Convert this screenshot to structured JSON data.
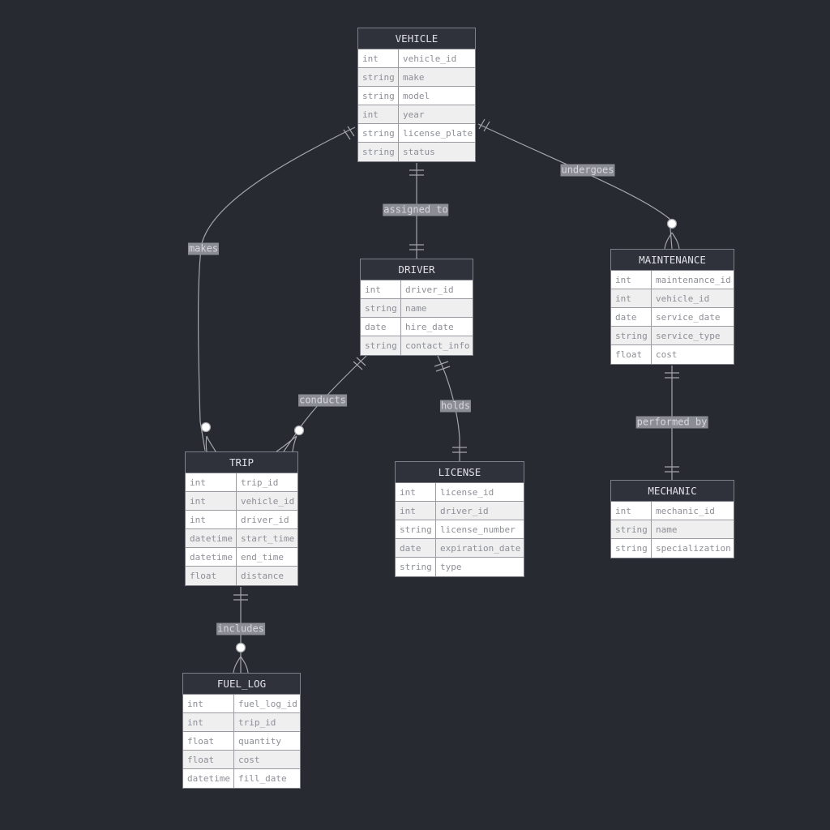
{
  "entities": [
    {
      "id": "vehicle",
      "title": "VEHICLE",
      "attributes": [
        {
          "type": "int",
          "name": "vehicle_id"
        },
        {
          "type": "string",
          "name": "make"
        },
        {
          "type": "string",
          "name": "model"
        },
        {
          "type": "int",
          "name": "year"
        },
        {
          "type": "string",
          "name": "license_plate"
        },
        {
          "type": "string",
          "name": "status"
        }
      ]
    },
    {
      "id": "driver",
      "title": "DRIVER",
      "attributes": [
        {
          "type": "int",
          "name": "driver_id"
        },
        {
          "type": "string",
          "name": "name"
        },
        {
          "type": "date",
          "name": "hire_date"
        },
        {
          "type": "string",
          "name": "contact_info"
        }
      ]
    },
    {
      "id": "maintenance",
      "title": "MAINTENANCE",
      "attributes": [
        {
          "type": "int",
          "name": "maintenance_id"
        },
        {
          "type": "int",
          "name": "vehicle_id"
        },
        {
          "type": "date",
          "name": "service_date"
        },
        {
          "type": "string",
          "name": "service_type"
        },
        {
          "type": "float",
          "name": "cost"
        }
      ]
    },
    {
      "id": "trip",
      "title": "TRIP",
      "attributes": [
        {
          "type": "int",
          "name": "trip_id"
        },
        {
          "type": "int",
          "name": "vehicle_id"
        },
        {
          "type": "int",
          "name": "driver_id"
        },
        {
          "type": "datetime",
          "name": "start_time"
        },
        {
          "type": "datetime",
          "name": "end_time"
        },
        {
          "type": "float",
          "name": "distance"
        }
      ]
    },
    {
      "id": "license",
      "title": "LICENSE",
      "attributes": [
        {
          "type": "int",
          "name": "license_id"
        },
        {
          "type": "int",
          "name": "driver_id"
        },
        {
          "type": "string",
          "name": "license_number"
        },
        {
          "type": "date",
          "name": "expiration_date"
        },
        {
          "type": "string",
          "name": "type"
        }
      ]
    },
    {
      "id": "mechanic",
      "title": "MECHANIC",
      "attributes": [
        {
          "type": "int",
          "name": "mechanic_id"
        },
        {
          "type": "string",
          "name": "name"
        },
        {
          "type": "string",
          "name": "specialization"
        }
      ]
    },
    {
      "id": "fuel_log",
      "title": "FUEL_LOG",
      "attributes": [
        {
          "type": "int",
          "name": "fuel_log_id"
        },
        {
          "type": "int",
          "name": "trip_id"
        },
        {
          "type": "float",
          "name": "quantity"
        },
        {
          "type": "float",
          "name": "cost"
        },
        {
          "type": "datetime",
          "name": "fill_date"
        }
      ]
    }
  ],
  "relationships": [
    {
      "from": "vehicle",
      "to": "trip",
      "label": "makes",
      "from_card": "exactly-one",
      "to_card": "zero-or-many"
    },
    {
      "from": "vehicle",
      "to": "driver",
      "label": "assigned to",
      "from_card": "exactly-one",
      "to_card": "exactly-one"
    },
    {
      "from": "vehicle",
      "to": "maintenance",
      "label": "undergoes",
      "from_card": "exactly-one",
      "to_card": "zero-or-many"
    },
    {
      "from": "driver",
      "to": "trip",
      "label": "conducts",
      "from_card": "exactly-one",
      "to_card": "zero-or-many"
    },
    {
      "from": "driver",
      "to": "license",
      "label": "holds",
      "from_card": "exactly-one",
      "to_card": "exactly-one"
    },
    {
      "from": "maintenance",
      "to": "mechanic",
      "label": "performed by",
      "from_card": "exactly-one",
      "to_card": "exactly-one"
    },
    {
      "from": "trip",
      "to": "fuel_log",
      "label": "includes",
      "from_card": "exactly-one",
      "to_card": "zero-or-many"
    }
  ],
  "colors": {
    "background": "#282a32",
    "header": "#2f323b",
    "line": "#a3a5ab",
    "label_bg": "#8b8d94"
  }
}
